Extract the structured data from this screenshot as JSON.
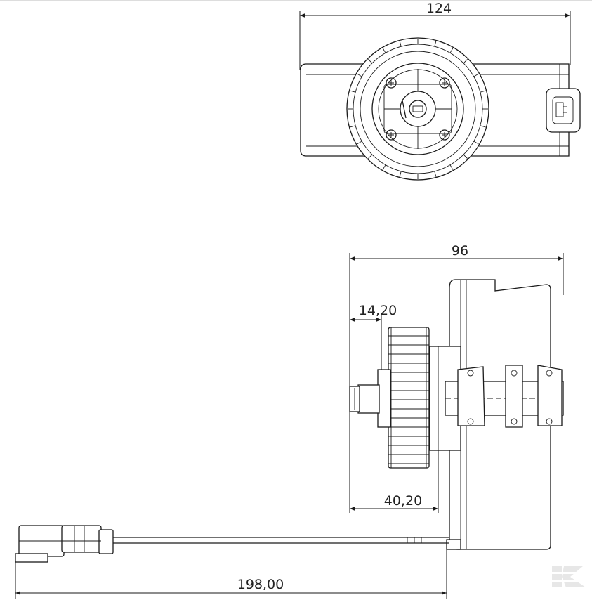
{
  "dimensions": {
    "top_width": "124",
    "side_width": "96",
    "shaft_length": "14,20",
    "flange_offset": "40,20",
    "cable_length": "198,00"
  },
  "watermark": {
    "logo": "K"
  },
  "colors": {
    "line": "#1a1a1a",
    "background": "#ffffff",
    "watermark": "#d8d8d8"
  }
}
